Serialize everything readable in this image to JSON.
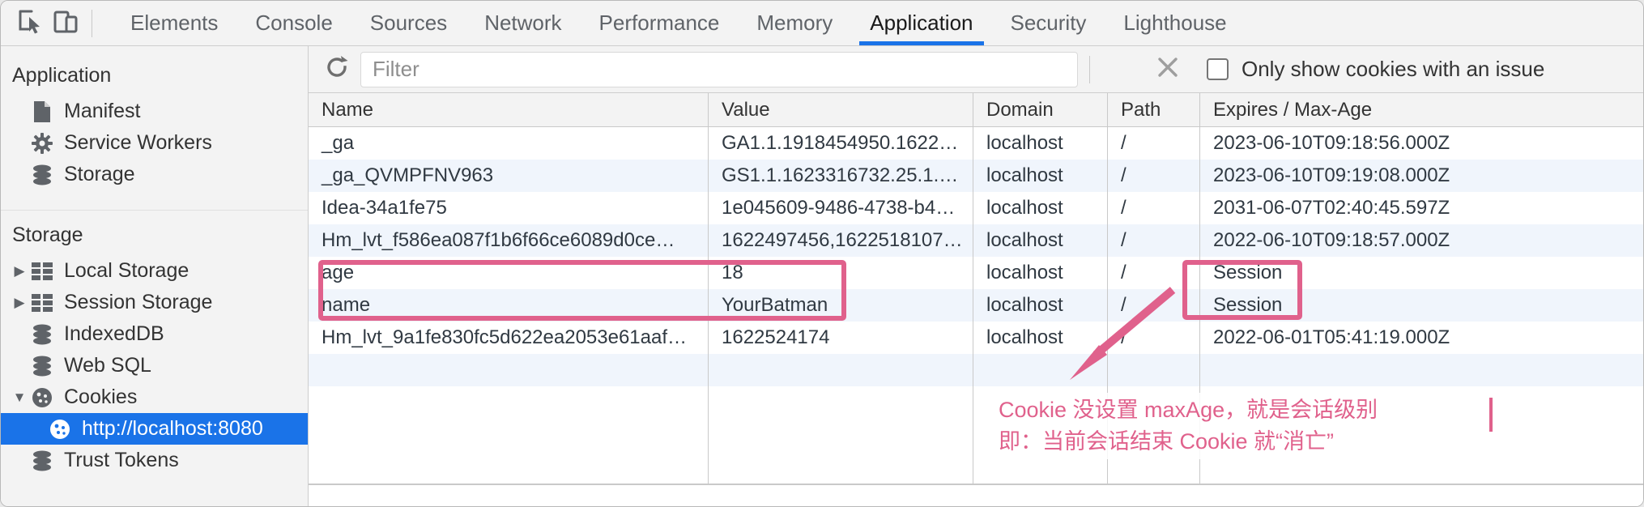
{
  "devtools": {
    "tabs": [
      {
        "label": "Elements"
      },
      {
        "label": "Console"
      },
      {
        "label": "Sources"
      },
      {
        "label": "Network"
      },
      {
        "label": "Performance"
      },
      {
        "label": "Memory"
      },
      {
        "label": "Application"
      },
      {
        "label": "Security"
      },
      {
        "label": "Lighthouse"
      }
    ],
    "active_tab": "Application"
  },
  "sidebar": {
    "sections": [
      {
        "title": "Application",
        "items": [
          {
            "label": "Manifest",
            "icon": "document-icon"
          },
          {
            "label": "Service Workers",
            "icon": "gear-icon"
          },
          {
            "label": "Storage",
            "icon": "database-icon"
          }
        ]
      },
      {
        "title": "Storage",
        "items": [
          {
            "label": "Local Storage",
            "icon": "table-icon",
            "expander": "collapsed"
          },
          {
            "label": "Session Storage",
            "icon": "table-icon",
            "expander": "collapsed"
          },
          {
            "label": "IndexedDB",
            "icon": "database-icon"
          },
          {
            "label": "Web SQL",
            "icon": "database-icon"
          },
          {
            "label": "Cookies",
            "icon": "cookie-icon",
            "expander": "expanded"
          },
          {
            "label": "http://localhost:8080",
            "icon": "cookie-icon",
            "selected": true
          },
          {
            "label": "Trust Tokens",
            "icon": "database-icon"
          }
        ]
      }
    ],
    "expander_collapsed": "▶",
    "expander_expanded": "▼"
  },
  "filter_bar": {
    "placeholder": "Filter",
    "checkbox_label": "Only show cookies with an issue",
    "checkbox_checked": false
  },
  "cookie_table": {
    "columns": [
      "Name",
      "Value",
      "Domain",
      "Path",
      "Expires / Max-Age"
    ],
    "rows": [
      {
        "name": "_ga",
        "value": "GA1.1.1918454950.16224…",
        "domain": "localhost",
        "path": "/",
        "expires": "2023-06-10T09:18:56.000Z"
      },
      {
        "name": "_ga_QVMPFNV963",
        "value": "GS1.1.1623316732.25.1.1…",
        "domain": "localhost",
        "path": "/",
        "expires": "2023-06-10T09:19:08.000Z"
      },
      {
        "name": "Idea-34a1fe75",
        "value": "1e045609-9486-4738-b42…",
        "domain": "localhost",
        "path": "/",
        "expires": "2031-06-07T02:40:45.597Z"
      },
      {
        "name": "Hm_lvt_f586ea087f1b6f66ce6089d0ce…",
        "value": "1622497456,1622518107,…",
        "domain": "localhost",
        "path": "/",
        "expires": "2022-06-10T09:18:57.000Z"
      },
      {
        "name": "age",
        "value": "18",
        "domain": "localhost",
        "path": "/",
        "expires": "Session"
      },
      {
        "name": "name",
        "value": "YourBatman",
        "domain": "localhost",
        "path": "/",
        "expires": "Session"
      },
      {
        "name": "Hm_lvt_9a1fe830fc5d622ea2053e61aaf…",
        "value": "1622524174",
        "domain": "localhost",
        "path": "/",
        "expires": "2022-06-01T05:41:19.000Z"
      }
    ]
  },
  "annotation": {
    "line1": "Cookie 没设置 maxAge，就是会话级别",
    "line2": "即：当前会话结束 Cookie 就“消亡”",
    "color": "#e0618c"
  }
}
